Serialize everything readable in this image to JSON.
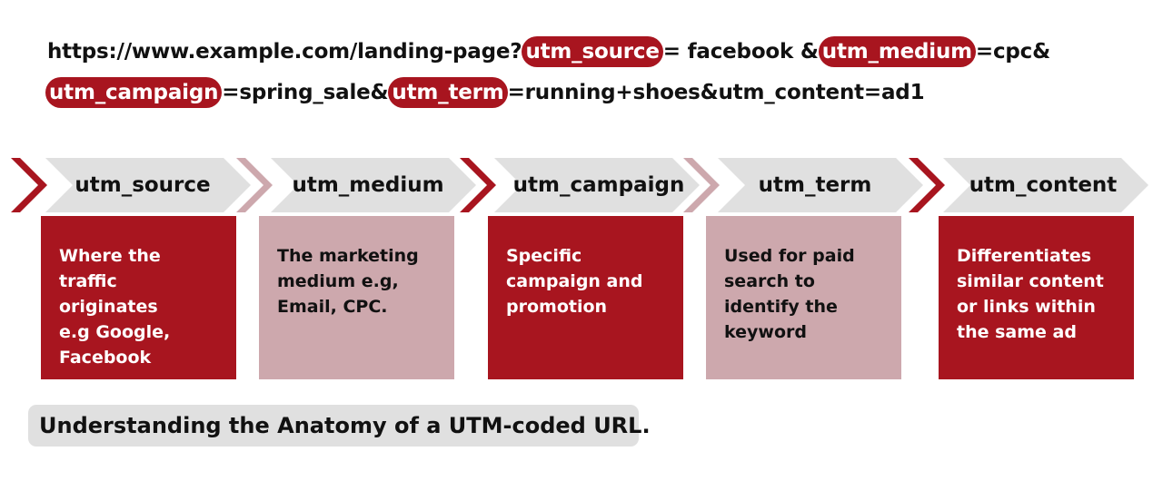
{
  "url": {
    "line1": [
      {
        "text": "https://www.example.com/landing-page? ",
        "highlight": false
      },
      {
        "text": "utm_source",
        "highlight": true
      },
      {
        "text": "= facebook &",
        "highlight": false
      },
      {
        "text": "utm_medium",
        "highlight": true
      },
      {
        "text": "=cpc&",
        "highlight": false
      }
    ],
    "line2": [
      {
        "text": "utm_campaign",
        "highlight": true
      },
      {
        "text": "=spring_sale&",
        "highlight": false
      },
      {
        "text": "utm_term",
        "highlight": true
      },
      {
        "text": "=running+shoes&utm_content=ad1",
        "highlight": false
      }
    ]
  },
  "steps": [
    {
      "label": "utm_source",
      "lines": [
        "Where the traffic",
        "originates",
        "e.g Google,",
        "Facebook"
      ],
      "tone": "dark"
    },
    {
      "label": "utm_medium",
      "lines": [
        "The marketing",
        "medium e.g,",
        "Email, CPC."
      ],
      "tone": "light"
    },
    {
      "label": "utm_campaign",
      "lines": [
        "Specific",
        "campaign and",
        "promotion"
      ],
      "tone": "dark"
    },
    {
      "label": "utm_term",
      "lines": [
        "Used for paid",
        "search to",
        "identify the",
        "keyword"
      ],
      "tone": "light"
    },
    {
      "label": "utm_content",
      "lines": [
        "Differentiates",
        "similar content",
        "or links within",
        "the same ad"
      ],
      "tone": "dark"
    }
  ],
  "caption": "Understanding the Anatomy of a UTM-coded URL.",
  "colors": {
    "dark": "#a8151f",
    "light": "#cda8ad",
    "chevron_light": "#e0e0e0",
    "caption_bg": "#e0e0e0"
  }
}
